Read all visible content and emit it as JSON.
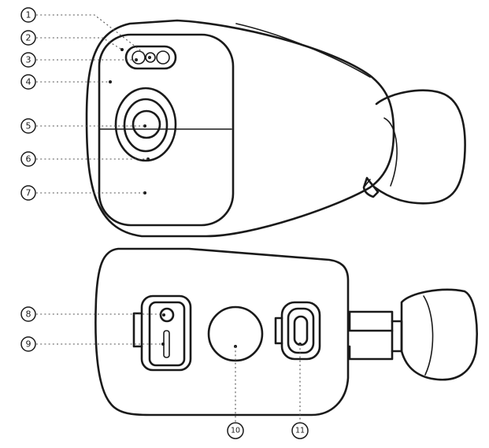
{
  "diagram": {
    "callouts": [
      {
        "id": "1",
        "label": "①"
      },
      {
        "id": "2",
        "label": "②"
      },
      {
        "id": "3",
        "label": "③"
      },
      {
        "id": "4",
        "label": "④"
      },
      {
        "id": "5",
        "label": "⑤"
      },
      {
        "id": "6",
        "label": "⑥"
      },
      {
        "id": "7",
        "label": "⑦"
      },
      {
        "id": "8",
        "label": "⑧"
      },
      {
        "id": "9",
        "label": "⑨"
      },
      {
        "id": "10",
        "label": "⑩"
      },
      {
        "id": "11",
        "label": "⑪"
      }
    ]
  }
}
